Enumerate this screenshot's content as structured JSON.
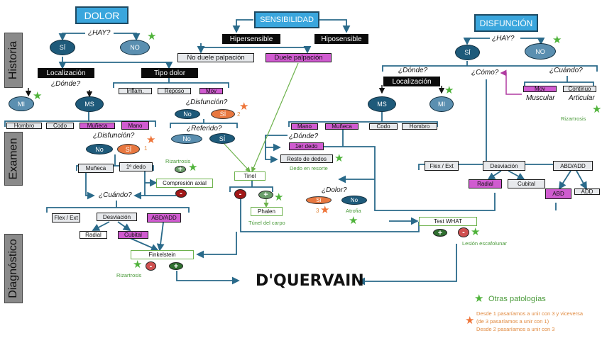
{
  "sections": {
    "historia": "Historia",
    "examen": "Examen",
    "diagnostico": "Diagnóstico"
  },
  "dolor": {
    "title": "DOLOR",
    "hay": "¿HAY?",
    "si": "SÍ",
    "no": "NO",
    "localizacion": "Localización",
    "donde": "¿Dónde?",
    "tipo_dolor": "Tipo dolor",
    "tipos": [
      "Inflam.",
      "Reposo",
      "Mov"
    ],
    "mi": "MI",
    "ms": "MS",
    "zonas": [
      "Hombro",
      "Codo",
      "Muñeca",
      "Mano"
    ],
    "disfuncion_q": "¿Disfunción?",
    "disf_no": "No",
    "disf_si": "SÍ",
    "disf_mark": "1",
    "muneca": "Muñeca",
    "primer_dedo": "1º dedo",
    "rizartrosis_top": "Rizartrosis",
    "compresion_axial": "Compresión axial",
    "cuando_q": "¿Cuándo?",
    "movs": [
      "Flex / Ext",
      "Desviación",
      "ABD/ADD"
    ],
    "radial": "Radial",
    "cubital": "Cubital",
    "finkelstein": "Finkelstein",
    "rizartrosis_bottom": "Rizartrosis"
  },
  "tipo_dolor_branch": {
    "disfuncion_q": "¿Disfunción?",
    "no": "No",
    "si": "SÍ",
    "mark": "2",
    "referido_q": "¿Referido?",
    "ref_no": "No",
    "ref_si": "SÍ"
  },
  "sensibilidad": {
    "title": "SENSIBILIDAD",
    "hipersensible": "Hipersensible",
    "hiposensible": "Hiposensible",
    "no_duele": "No duele palpación",
    "duele": "Duele palpación",
    "tinel": "Tinel",
    "phalen": "Phalen",
    "tunel": "Túnel del carpo"
  },
  "disfuncion": {
    "title": "DISFUNCIÓN",
    "hay": "¿HAY?",
    "si": "SÍ",
    "no": "NO",
    "donde": "¿Dónde?",
    "localizacion": "Localización",
    "ms": "MS",
    "mi": "MI",
    "zonas": [
      "Mano",
      "Muñeca",
      "Codo",
      "Hombro"
    ],
    "donde2": "¿Dónde?",
    "primer_dedo": "1er dedo",
    "resto_dedos": "Resto de dedos",
    "dedo_resorte": "Dedo en resorte",
    "dolor_q": "¿Dolor?",
    "dolor_si": "Sí",
    "dolor_no": "No",
    "dolor_mark": "3",
    "atrofia": "Atrofia",
    "como": "¿Cómo?",
    "cuando": "¿Cuándo?",
    "mov": "Mov",
    "continuo": "Continuo",
    "muscular": "Muscular",
    "articular": "Articular",
    "rizartrosis": "Rizartrosis",
    "movs": [
      "Flex / Ext",
      "Desviación",
      "ABD/ADD"
    ],
    "radial": "Radial",
    "cubital": "Cubital",
    "abd": "ABD",
    "add": "ADD",
    "test_what": "Test WHAT",
    "lesion": "Lesión escafolunar"
  },
  "diagnosis": "D'QUERVAIN",
  "legend": {
    "otras": "Otras patologías",
    "lines": [
      "Desde 1 pasaríamos a unir con 3 y viceversa",
      "(de 3 pasaríamos a unir con 1)",
      "Desde 2 pasaríamos a unir con 3"
    ]
  },
  "symbols": {
    "plus": "+",
    "minus": "-",
    "star": "★"
  },
  "colors": {
    "title_blue": "#3aa6dd",
    "node_dark": "#1e5a7a",
    "node_light": "#5b8fb0",
    "orange": "#e8773f",
    "pink": "#d05bd0",
    "green": "#4fb33a",
    "line": "#2a6a8a"
  }
}
